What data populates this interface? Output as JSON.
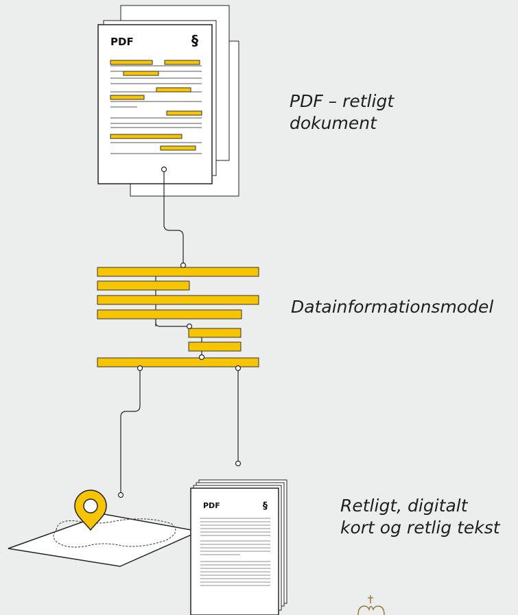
{
  "labels": {
    "pdf_document": [
      "PDF – retligt",
      "dokument"
    ],
    "data_model": "Datainformationsmodel",
    "map_text": [
      "Retligt, digitalt",
      "kort og retlig tekst"
    ]
  },
  "document_top": {
    "tag": "PDF",
    "symbol": "§"
  },
  "document_bottom": {
    "tag": "PDF",
    "symbol": "§"
  },
  "colors": {
    "background": "#eceeed",
    "accent_yellow": "#f7c500",
    "stroke": "#1a1a1a",
    "paper": "#ffffff",
    "crest": "#9a7a3c"
  }
}
